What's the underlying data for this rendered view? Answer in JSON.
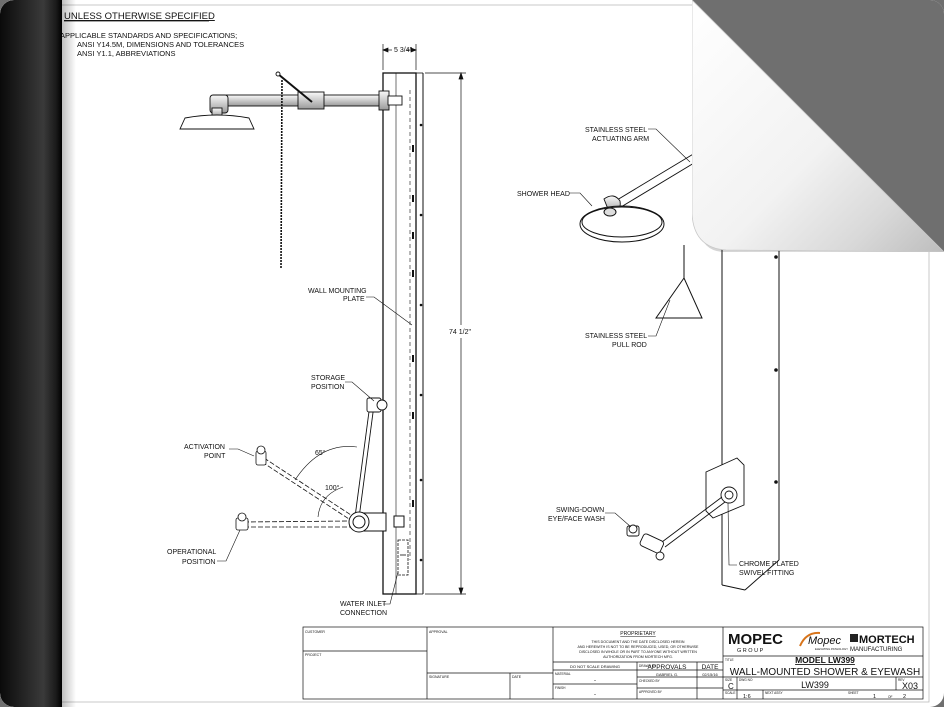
{
  "notes": {
    "heading": "UNLESS OTHERWISE SPECIFIED",
    "line1": "APPLICABLE STANDARDS AND SPECIFICATIONS;",
    "line2": "ANSI Y14.5M, DIMENSIONS AND TOLERANCES",
    "line3": "ANSI Y1.1, ABBREVIATIONS"
  },
  "dims": {
    "width": "5 3/4\"",
    "height": "74 1/2\"",
    "angle1": "65°",
    "angle2": "100°"
  },
  "callouts": {
    "wall_plate_1": "WALL MOUNTING",
    "wall_plate_2": "PLATE",
    "storage_1": "STORAGE",
    "storage_2": "POSITION",
    "activation_1": "ACTIVATION",
    "activation_2": "POINT",
    "operational_1": "OPERATIONAL",
    "operational_2": "POSITION",
    "water_inlet_1": "WATER INLET",
    "water_inlet_2": "CONNECTION",
    "arm_1": "STAINLESS STEEL",
    "arm_2": "ACTUATING ARM",
    "shower_head": "SHOWER HEAD",
    "pull_rod_1": "STAINLESS STEEL",
    "pull_rod_2": "PULL ROD",
    "eyewash_1": "SWING-DOWN",
    "eyewash_2": "EYE/FACE WASH",
    "swivel_1": "CHROME PLATED",
    "swivel_2": "SWIVEL FITTING"
  },
  "title_block": {
    "customer": "CUSTOMER",
    "approval": "APPROVAL",
    "project": "PROJECT",
    "signature": "SIGNATURE",
    "date": "DATE",
    "proprietary": "PROPRIETARY",
    "prop_1": "THIS DOCUMENT AND THE DATE DISCLOSED HEREIN",
    "prop_2": "AND HEREWITH IS NOT TO BE REPRODUCED, USED, OR OTHERWISE",
    "prop_3": "DISCLOSED IN WHOLE OR IN PART TO ANYONE WITHOUT WRITTEN",
    "prop_4": "AUTHORIZATION FROM MORTECH MFG.",
    "do_not_scale": "DO NOT SCALE DRAWING",
    "approvals": "APPROVALS",
    "approvals_date": "DATE",
    "material": "MATERIAL",
    "material_value": "-",
    "finish": "FINISH",
    "finish_value": "-",
    "drawn_by": "DRAWN BY",
    "drawn_name": "GABRIEL G.",
    "drawn_date": "02/15/16",
    "checked_by": "CHECKED BY",
    "approved_by": "APPROVED BY",
    "logo_mopec": "MOPEC",
    "logo_group": "G R O U P",
    "logo_mopec2": "Mopec",
    "logo_tag": "ELEVATING PATHOLOGY",
    "logo_mortech": "MORTECH",
    "logo_mfg": "MANUFACTURING",
    "title_label": "TITLE",
    "model": "MODEL LW399",
    "description": "WALL-MOUNTED SHOWER & EYEWASH",
    "size_label": "SIZE",
    "size_value": "C",
    "dwg_label": "DWG NO",
    "dwg_value": "LW399",
    "rev_label": "REV",
    "rev_value": "X03",
    "scale_label": "SCALE",
    "scale_value": "1:6",
    "next_assy": "NEXT ASSY",
    "sheet_label": "SHEET",
    "sheet_value": "1",
    "of_label": "OF",
    "of_value": "2"
  }
}
